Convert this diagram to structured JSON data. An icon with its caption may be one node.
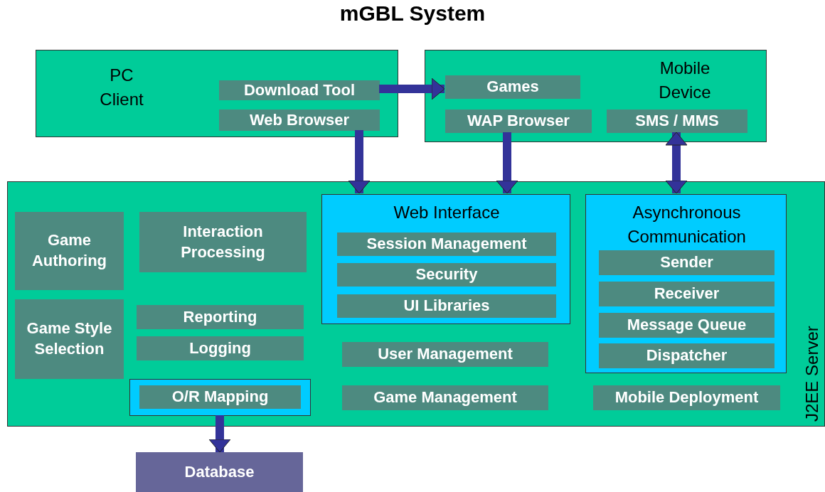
{
  "diagram": {
    "title": "mGBL System",
    "nodes": [
      {
        "text": [
          "PC Client"
        ]
      },
      {
        "text": [
          "Download Tool"
        ],
        "in": 0
      },
      {
        "text": [
          "Web Browser"
        ],
        "in": 0
      },
      {
        "text": [
          "Mobile Device"
        ]
      },
      {
        "text": [
          "Games"
        ],
        "in": 3
      },
      {
        "text": [
          "WAP Browser"
        ],
        "in": 3
      },
      {
        "text": [
          "SMS / MMS"
        ],
        "in": 3
      },
      {
        "text": [
          "J2EE Server"
        ]
      },
      {
        "text": [
          "Game Authoring"
        ],
        "in": 7
      },
      {
        "text": [
          "Interaction Processing"
        ],
        "in": 7
      },
      {
        "text": [
          "Web Interface"
        ],
        "in": 7
      },
      {
        "text": [
          "Session Management"
        ],
        "in": 10
      },
      {
        "text": [
          "Security"
        ],
        "in": 10
      },
      {
        "text": [
          "UI Libraries"
        ],
        "in": 10
      },
      {
        "text": [
          "Asynchronous Communication"
        ],
        "in": 7
      },
      {
        "text": [
          "Sender"
        ],
        "in": 14
      },
      {
        "text": [
          "Receiver"
        ],
        "in": 14
      },
      {
        "text": [
          "Message Queue"
        ],
        "in": 14
      },
      {
        "text": [
          "Dispatcher"
        ],
        "in": 14
      },
      {
        "text": [
          "Game Style Selection"
        ],
        "in": 7
      },
      {
        "text": [
          "Reporting"
        ],
        "in": 7
      },
      {
        "text": [
          "Logging"
        ],
        "in": 7
      },
      {
        "text": [
          "User Management"
        ],
        "in": 7
      },
      {
        "text": [
          "O/R Mapping"
        ],
        "in": 7
      },
      {
        "text": [
          "Game Management"
        ],
        "in": 7
      },
      {
        "text": [
          "Mobile Deployment"
        ],
        "in": 7
      },
      {
        "text": [
          "Database"
        ]
      }
    ],
    "edges": [
      {
        "from": 1,
        "to": 4,
        "arrow": "to"
      },
      {
        "from": 2,
        "to": 10,
        "arrow": "to"
      },
      {
        "from": 5,
        "to": 10,
        "arrow": "to"
      },
      {
        "from": 6,
        "to": 14,
        "arrow": "both"
      },
      {
        "from": 23,
        "to": 26,
        "arrow": "to"
      }
    ]
  }
}
